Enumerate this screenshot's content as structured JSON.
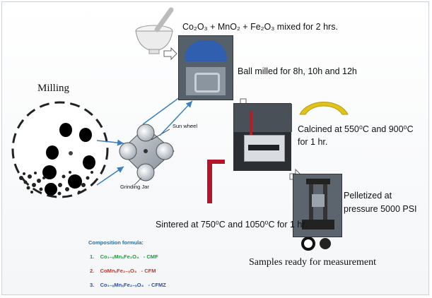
{
  "labels": {
    "milling": "Milling",
    "mixing": "Co₂O₃ + MnO₂ + Fe₂O₃  mixed for 2 hrs.",
    "ball_milling": "Ball milled for 8h, 10h and 12h",
    "calcined_1": "Calcined at 550⁰C and 900⁰C",
    "calcined_2": "for 1 hr.",
    "pelletized_1": "Pelletized at",
    "pelletized_2": "pressure 5000 PSI",
    "sintered": "Sintered at 750⁰C and 1050⁰C for 1 hr.",
    "samples": "Samples ready for measurement",
    "sun_wheel": "Sun wheel",
    "grinding_jar": "Grinding Jar"
  },
  "composition": {
    "title": "Composition formula:",
    "items": [
      {
        "num": "1.",
        "formula": "Co₁₋ₓMnₓFe₂O₄",
        "code": "- CMF",
        "color": "#1f9d3a"
      },
      {
        "num": "2.",
        "formula": "CoMnₓFe₂₋ₓO₄",
        "code": "- CFM",
        "color": "#c0392b"
      },
      {
        "num": "3.",
        "formula": "Co₁₋ₓMnₓFe₂₋ₓO₄",
        "code": "- CFMZ",
        "color": "#2a4f9e"
      }
    ]
  },
  "colors": {
    "arrow": "#3a7fbf",
    "formula_title": "#2a6f9e",
    "calcine_boat": "#e0c21a",
    "sinter_boat": "#b5152b"
  }
}
